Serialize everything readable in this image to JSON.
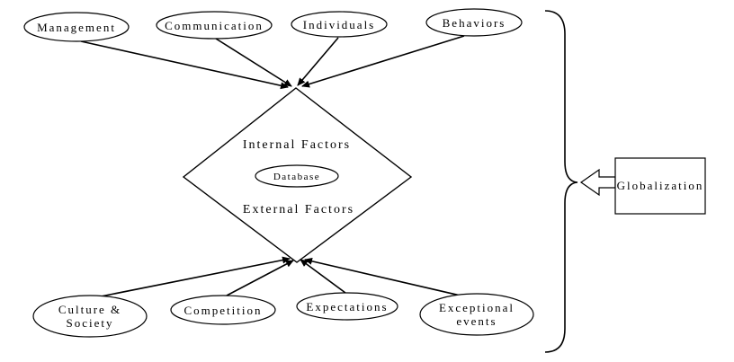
{
  "diagram": {
    "top_nodes": {
      "management": {
        "label": "Management"
      },
      "communication": {
        "label": "Communication"
      },
      "individuals": {
        "label": "Individuals"
      },
      "behaviors": {
        "label": "Behaviors"
      }
    },
    "diamond": {
      "internal_label": "Internal Factors",
      "database_label": "Database",
      "external_label": "External Factors"
    },
    "bottom_nodes": {
      "culture_society": {
        "line1": "Culture &",
        "line2": "Society"
      },
      "competition": {
        "label": "Competition"
      },
      "expectations": {
        "label": "Expectations"
      },
      "exceptional_events": {
        "line1": "Exceptional",
        "line2": "events"
      }
    },
    "side": {
      "globalization": {
        "label": "Globalization"
      }
    },
    "colors": {
      "stroke": "#000000",
      "fill": "#ffffff"
    }
  }
}
